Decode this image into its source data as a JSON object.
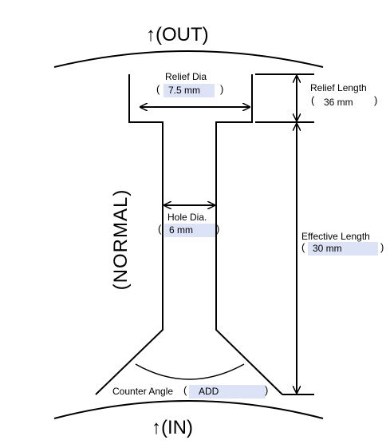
{
  "labels": {
    "out": "↑(OUT)",
    "in": "↑(IN)",
    "normal": "(NORMAL)",
    "relief_dia": "Relief  Dia",
    "relief_length": "Relief  Length",
    "hole_dia": "Hole Dia.",
    "effective_length": "Effective Length",
    "counter_angle": "Counter Angle"
  },
  "fields": {
    "relief_dia": "7.5 mm",
    "relief_length": "36 mm",
    "hole_dia": "6 mm",
    "effective_length": "30 mm",
    "counter_angle": "ADD"
  },
  "colors": {
    "field_bg": "#dde3f7",
    "line": "#000000"
  }
}
